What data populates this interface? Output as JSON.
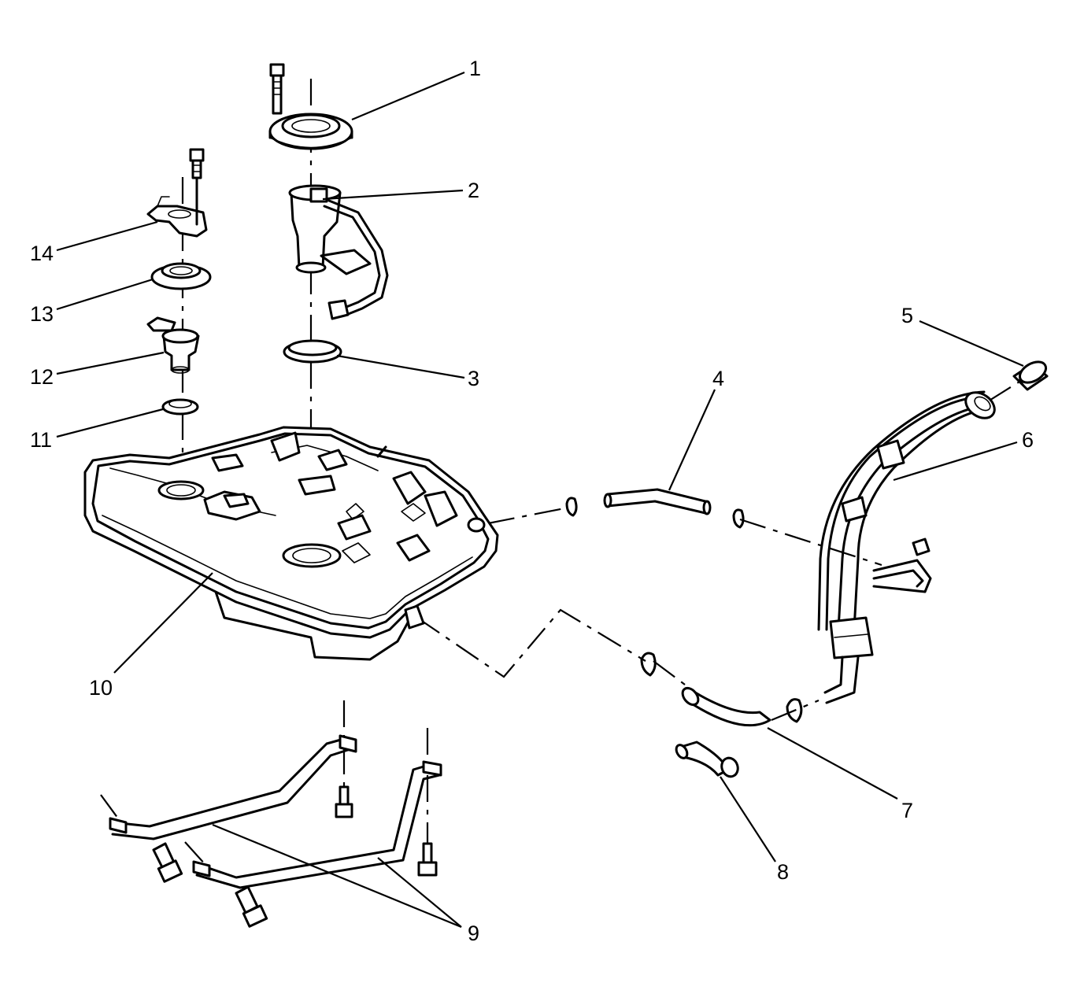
{
  "callouts": [
    {
      "id": "1",
      "label": "1"
    },
    {
      "id": "2",
      "label": "2"
    },
    {
      "id": "3",
      "label": "3"
    },
    {
      "id": "4",
      "label": "4"
    },
    {
      "id": "5",
      "label": "5"
    },
    {
      "id": "6",
      "label": "6"
    },
    {
      "id": "7",
      "label": "7"
    },
    {
      "id": "8",
      "label": "8"
    },
    {
      "id": "9",
      "label": "9"
    },
    {
      "id": "10",
      "label": "10"
    },
    {
      "id": "11",
      "label": "11"
    },
    {
      "id": "12",
      "label": "12"
    },
    {
      "id": "13",
      "label": "13"
    },
    {
      "id": "14",
      "label": "14"
    }
  ],
  "colors": {
    "line": "#000000",
    "background": "#ffffff",
    "shade": "#d9d9d9"
  }
}
